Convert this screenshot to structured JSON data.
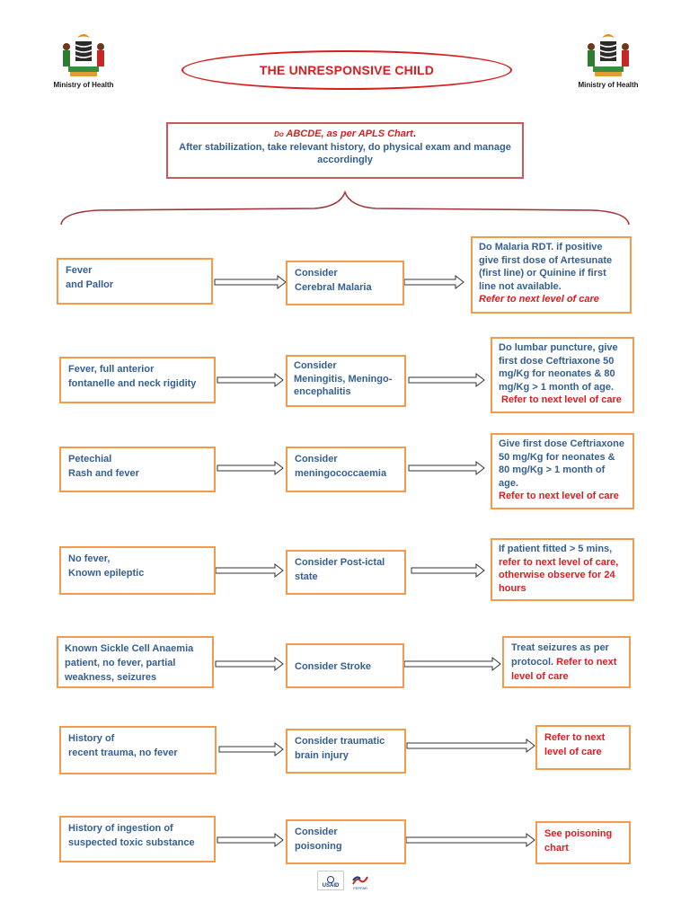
{
  "header": {
    "left_ministry": "Ministry of Health",
    "right_ministry": "Ministry of Health",
    "title": "THE UNRESPONSIVE CHILD"
  },
  "intro": {
    "prefix": "Do",
    "abcde": " ABCDE, as per APLS Chart",
    "period": ".",
    "line2": "After stabilization, take relevant history, do physical exam and manage accordingly"
  },
  "rows": [
    {
      "presentation": [
        "Fever",
        "and Pallor"
      ],
      "consider": [
        "Consider",
        "Cerebral Malaria"
      ],
      "action": [
        "Do Malaria RDT. if positive",
        "give first dose of Artesunate",
        "(first line) or Quinine if first",
        "line not available."
      ],
      "refer": "Refer to next level of care"
    },
    {
      "presentation": [
        "Fever, full anterior",
        "fontanelle and neck rigidity"
      ],
      "consider": [
        "Consider",
        "Meningitis, Meningo-",
        "encephalitis"
      ],
      "action": [
        "Do lumbar puncture, give",
        "first dose Ceftriaxone 50",
        "mg/Kg for neonates & 80",
        "mg/Kg > 1 month of age."
      ],
      "refer": "Refer to next level of care"
    },
    {
      "presentation": [
        "Petechial",
        "Rash and fever"
      ],
      "consider": [
        "Consider",
        "meningococcaemia"
      ],
      "action": [
        "Give first dose Ceftriaxone",
        "50 mg/Kg for neonates &",
        "80 mg/Kg > 1 month of",
        "age."
      ],
      "refer": "Refer to next level of care"
    },
    {
      "presentation": [
        "No fever,",
        "Known epileptic"
      ],
      "consider": [
        "Consider Post-ictal",
        "state"
      ],
      "action_pre": "If patient fitted > 5 mins,",
      "action_red": [
        "refer to next level of care,",
        "otherwise observe for 24",
        "hours"
      ]
    },
    {
      "presentation": [
        "Known Sickle Cell Anaemia",
        "patient, no fever, partial",
        "weakness, seizures"
      ],
      "consider": [
        "Consider Stroke"
      ],
      "action_pre": "Treat seizures as per",
      "action_mid": "protocol.",
      "action_red": " Refer to next",
      "action_red2": "level of care"
    },
    {
      "presentation": [
        "History of",
        "recent trauma, no fever"
      ],
      "consider": [
        "Consider traumatic",
        "brain injury"
      ],
      "action_red": [
        "Refer to next",
        "level of care"
      ]
    },
    {
      "presentation": [
        "History of ingestion of",
        "suspected toxic substance"
      ],
      "consider": [
        "Consider",
        "poisoning"
      ],
      "action_red": [
        "See poisoning",
        "chart"
      ]
    }
  ],
  "footer": {
    "usaid": "USAID",
    "pepfar": "PEPFAR"
  },
  "colors": {
    "box_border": "#f5994a",
    "text_blue": "#355f8f",
    "red": "#d81e1e",
    "brace": "#a0353a"
  }
}
